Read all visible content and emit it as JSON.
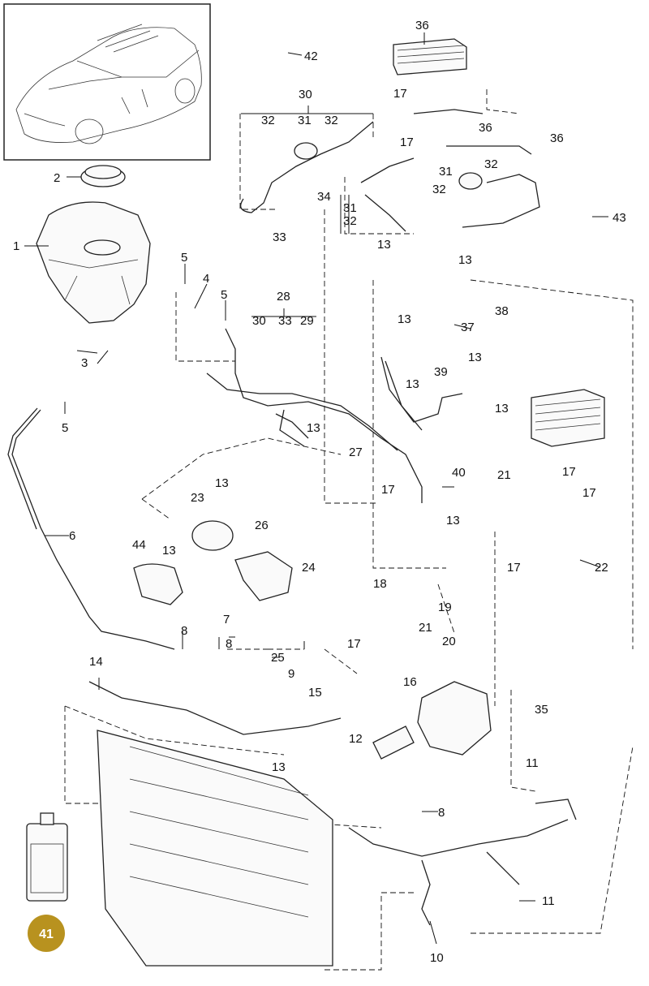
{
  "diagram": {
    "callouts": {
      "c1": "1",
      "c2": "2",
      "c3": "3",
      "c4": "4",
      "c5a": "5",
      "c5b": "5",
      "c5c": "5",
      "c6": "6",
      "c7": "7",
      "c8a": "8",
      "c8b": "8",
      "c8c": "8",
      "c9": "9",
      "c10": "10",
      "c11a": "11",
      "c11b": "11",
      "c12": "12",
      "c13a": "13",
      "c13b": "13",
      "c13c": "13",
      "c13d": "13",
      "c13e": "13",
      "c13f": "13",
      "c13g": "13",
      "c13h": "13",
      "c13i": "13",
      "c13j": "13",
      "c13k": "13",
      "c13l": "13",
      "c14": "14",
      "c15": "15",
      "c16": "16",
      "c17a": "17",
      "c17b": "17",
      "c17c": "17",
      "c17d": "17",
      "c17e": "17",
      "c17f": "17",
      "c17g": "17",
      "c18": "18",
      "c19": "19",
      "c20": "20",
      "c21a": "21",
      "c21b": "21",
      "c22": "22",
      "c23": "23",
      "c24": "24",
      "c25": "25",
      "c26": "26",
      "c27": "27",
      "c28": "28",
      "c29": "29",
      "c30a": "30",
      "c30b": "30",
      "c31a": "31",
      "c31b": "31",
      "c31c": "31",
      "c32a": "32",
      "c32b": "32",
      "c32c": "32",
      "c32d": "32",
      "c32e": "32",
      "c33a": "33",
      "c33b": "33",
      "c34": "34",
      "c35": "35",
      "c36a": "36",
      "c36b": "36",
      "c36c": "36",
      "c37": "37",
      "c38": "38",
      "c39": "39",
      "c40": "40",
      "c42": "42",
      "c43": "43",
      "c44": "44"
    },
    "badge": {
      "label": "41",
      "color": "#b8921f"
    },
    "colors": {
      "line": "#111111",
      "background": "#ffffff"
    }
  }
}
